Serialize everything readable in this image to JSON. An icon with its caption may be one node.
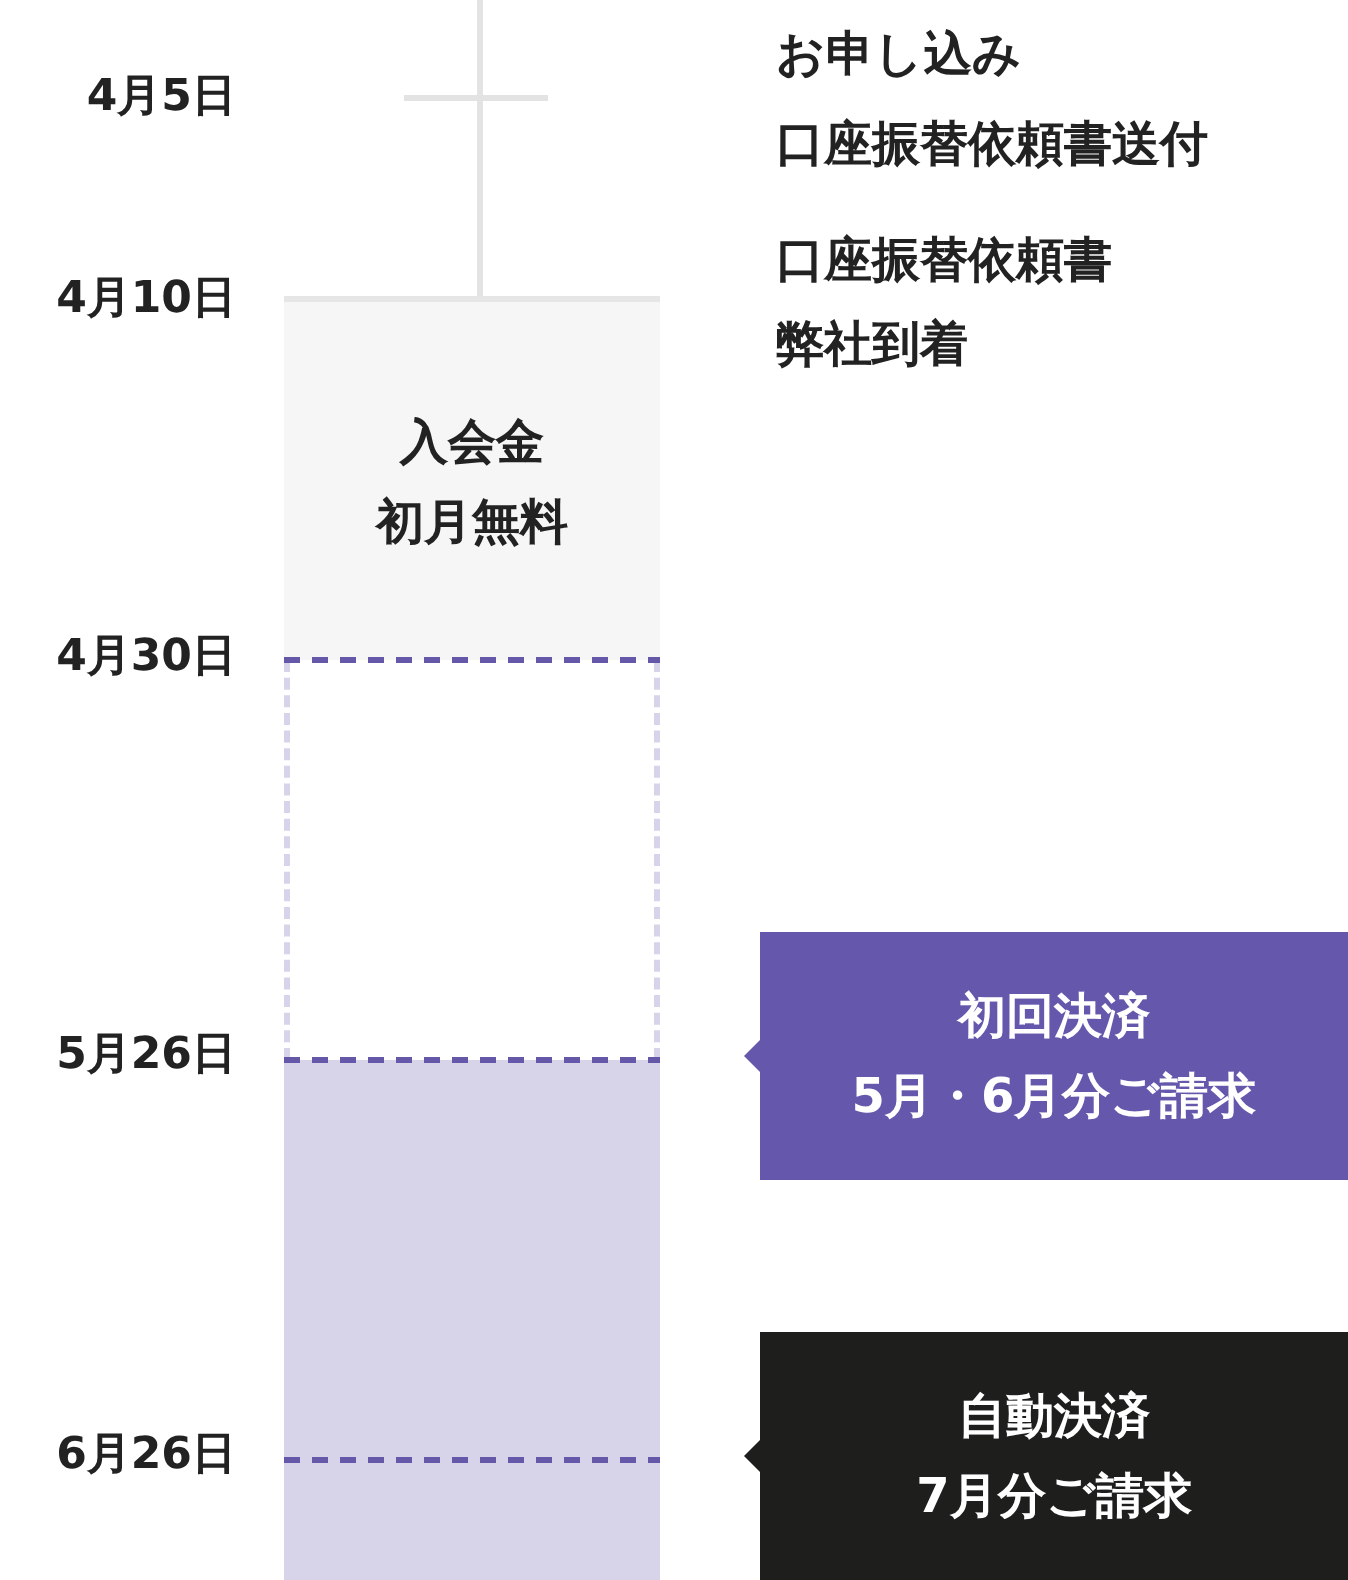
{
  "diagram": {
    "nodes": [
      {
        "text": [
          "入会金",
          "初月無料"
        ]
      },
      {
        "text": [],
        "shape": "box"
      },
      {
        "text": [],
        "shape": "bar"
      },
      {
        "text": [
          "初回決済",
          "5月・6月分ご請求"
        ]
      },
      {
        "text": [
          "自動決済",
          "7月分ご請求"
        ]
      }
    ],
    "labels": [
      "お申し込み",
      "4月5日",
      "口座振替依頼書送付",
      "口座振替依頼書",
      "4月10日",
      "弊社到着",
      "4月30日",
      "5月26日",
      "6月26日"
    ]
  }
}
